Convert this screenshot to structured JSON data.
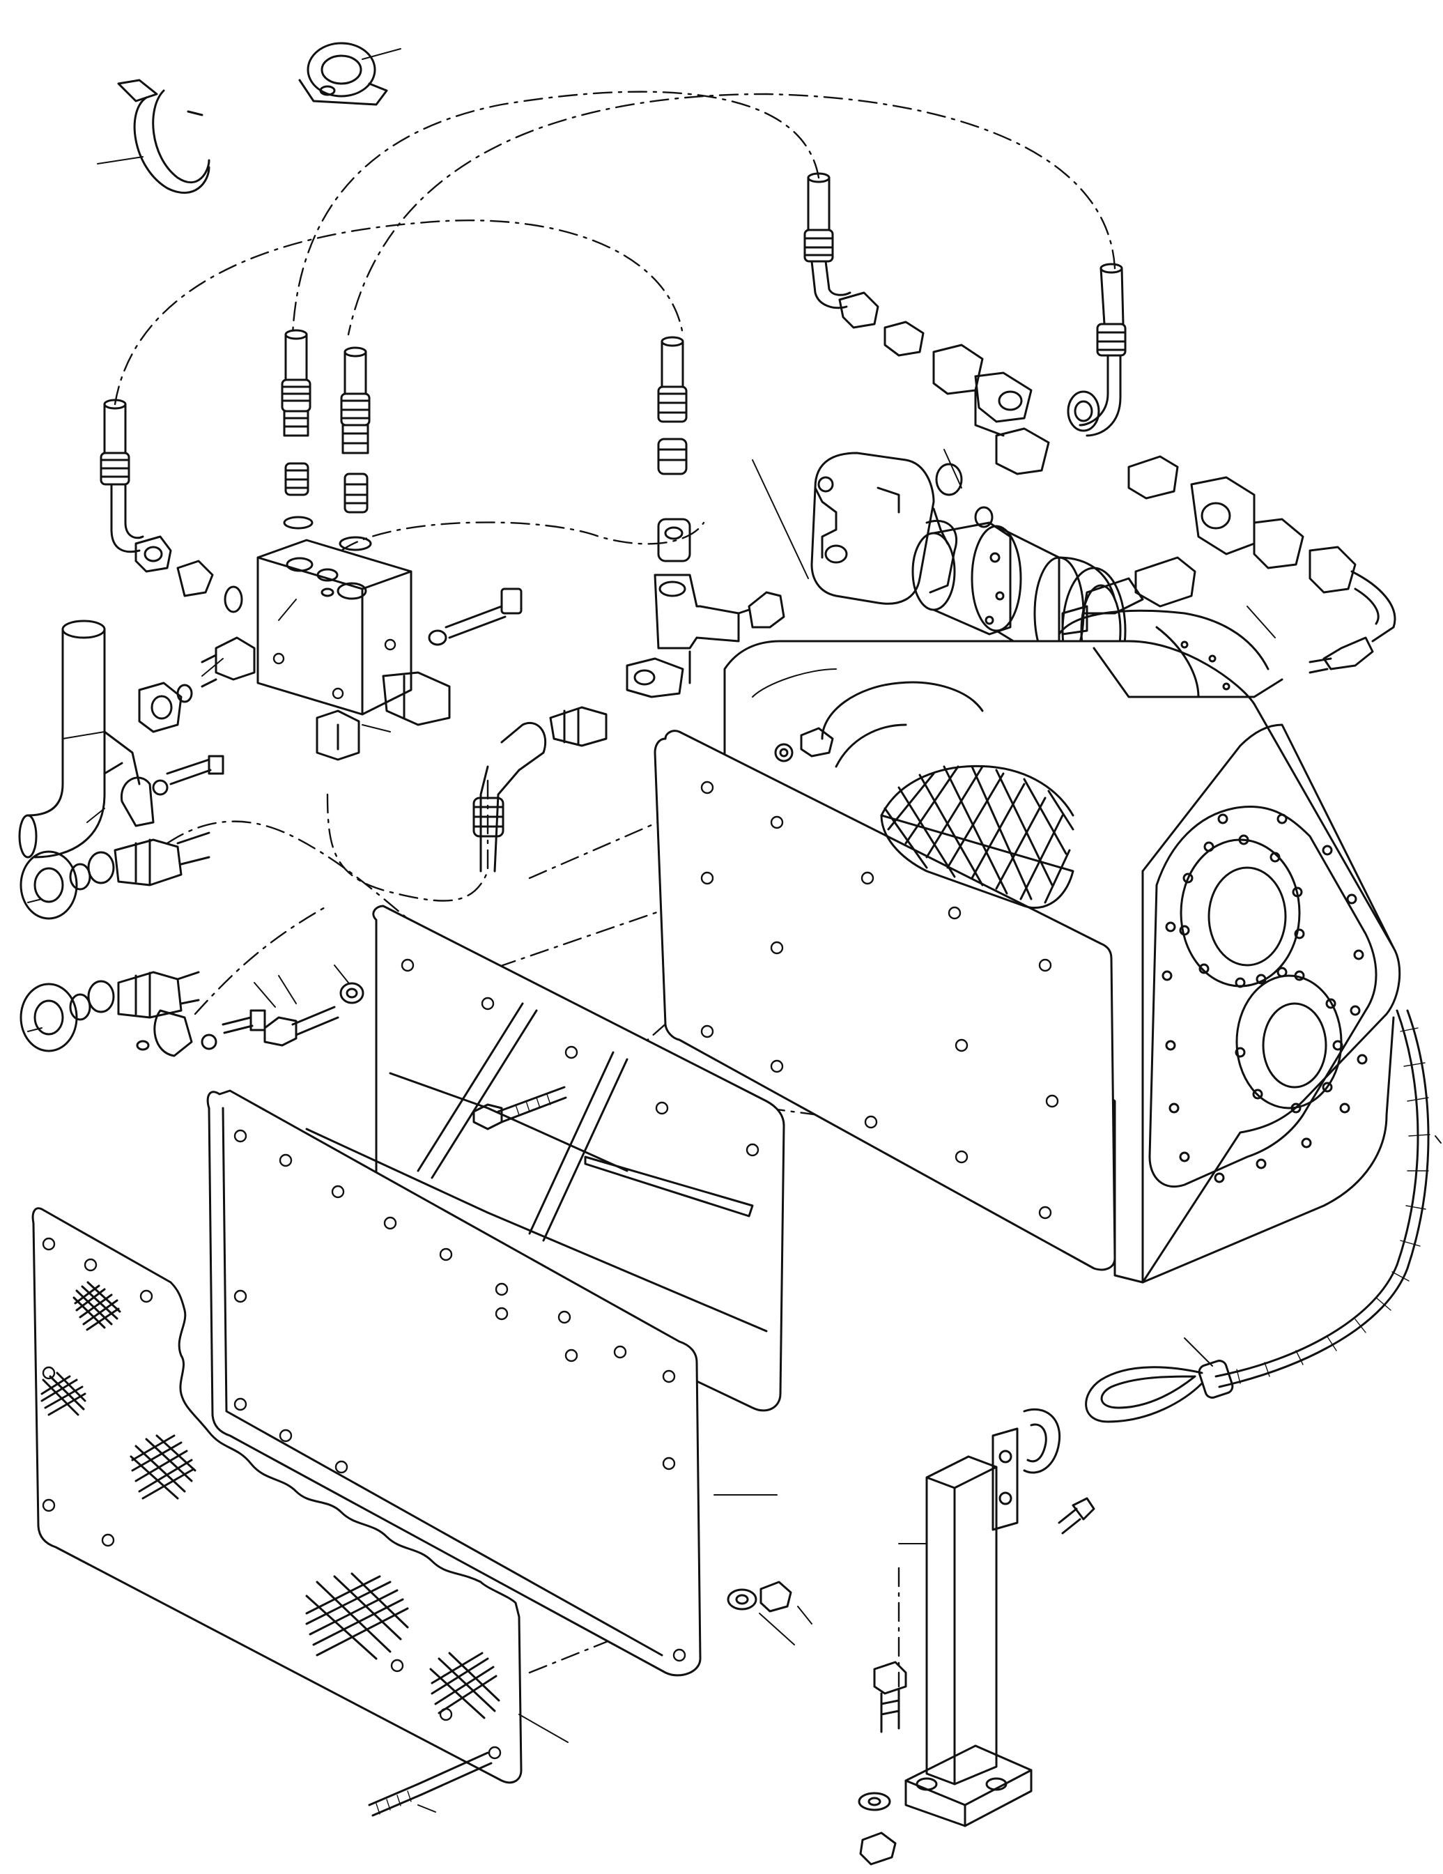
{
  "diagram": {
    "type": "exploded-parts-diagram",
    "parts": [
      "hose-clamp",
      "p-clip",
      "hydraulic-hoses",
      "hose-fittings",
      "control-valve-block",
      "elbow-tube",
      "hydraulic-motor",
      "winch-housing",
      "wire-rope-drum",
      "wire-rope-with-thimble",
      "mounting-frame",
      "frame-cover-plate",
      "mesh-guard-plate",
      "support-post",
      "stud-bolt",
      "bolts-nuts-washers"
    ]
  }
}
